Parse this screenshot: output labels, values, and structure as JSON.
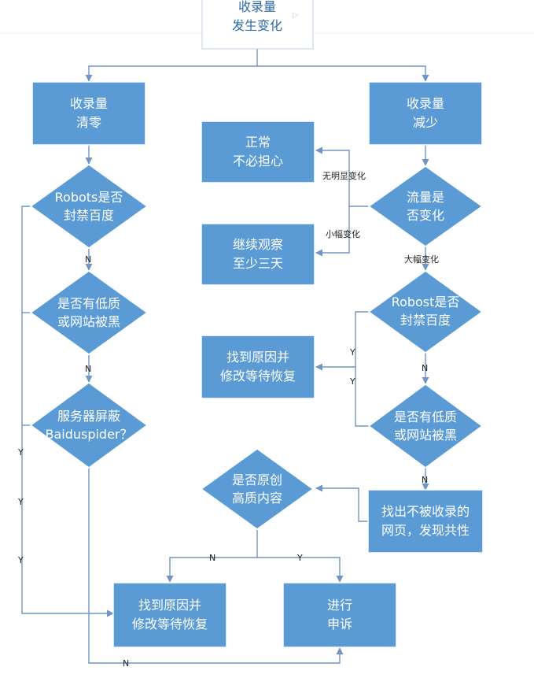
{
  "start": {
    "line1": "收录量",
    "line2": "发生变化"
  },
  "boxes": {
    "zero": {
      "line1": "收录量",
      "line2": "清零"
    },
    "decrease": {
      "line1": "收录量",
      "line2": "减少"
    },
    "normal": {
      "line1": "正常",
      "line2": "不必担心"
    },
    "observe": {
      "line1": "继续观察",
      "line2": "至少三天"
    },
    "find_fix_right": {
      "line1": "找到原因并",
      "line2": "修改等待恢复"
    },
    "find_uncollected": {
      "line1": "找出不被收录的",
      "line2": "网页，发现共性"
    },
    "find_fix_bottom": {
      "line1": "找到原因并",
      "line2": "修改等待恢复"
    },
    "appeal": {
      "line1": "进行",
      "line2": "申诉"
    }
  },
  "decisions": {
    "robots_left": {
      "line1": "Robots是否",
      "line2": "封禁百度"
    },
    "lowq_left": {
      "line1": "是否有低质",
      "line2": "或网站被黑"
    },
    "server_block": {
      "line1": "服务器屏蔽",
      "line2": "Baiduspider？"
    },
    "traffic": {
      "line1": "流量是",
      "line2": "否变化"
    },
    "robost_right": {
      "line1": "Robost是否",
      "line2": "封禁百度"
    },
    "lowq_right": {
      "line1": "是否有低质",
      "line2": "或网站被黑"
    },
    "original": {
      "line1": "是否原创",
      "line2": "高质内容"
    }
  },
  "labels": {
    "no_change": "无明显变化",
    "small_change": "小幅变化",
    "large_change": "大幅变化",
    "n1": "N",
    "n2": "N",
    "n3": "N",
    "n4": "N",
    "n5": "N",
    "n6": "N",
    "y1": "Y",
    "y2": "Y",
    "y3": "Y",
    "y4": "Y",
    "y5": "Y",
    "y6": "Y"
  },
  "colors": {
    "box_fill": "#5b9bd5",
    "box_stroke": "#ffffff",
    "connector": "#6f96c4",
    "start_text": "#2e6aa8"
  }
}
